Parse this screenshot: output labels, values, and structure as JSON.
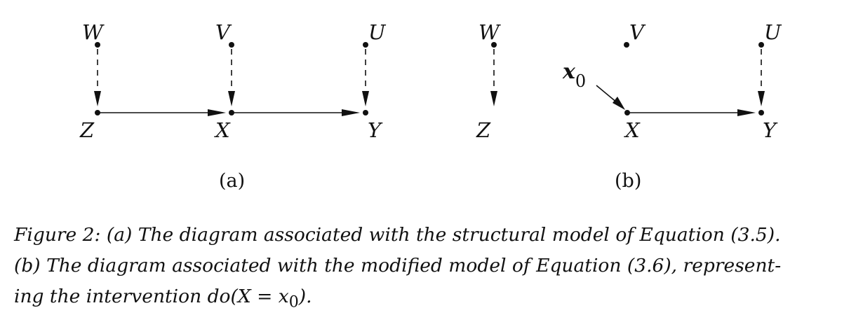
{
  "figure": {
    "panel_a": {
      "label": "(a)",
      "nodes": {
        "W": "W",
        "V": "V",
        "U": "U",
        "Z": "Z",
        "X": "X",
        "Y": "Y"
      }
    },
    "panel_b": {
      "label": "(b)",
      "nodes": {
        "W": "W",
        "V": "V",
        "U": "U",
        "Z": "Z",
        "X": "X",
        "Y": "Y"
      },
      "intervention": {
        "symbol": "x",
        "subscript": "0"
      }
    }
  },
  "caption": {
    "figure_label": "Figure 2:",
    "line1": "(a) The diagram associated with the structural model of Equation (3.5).",
    "line2": "(b) The diagram associated with the modified model of Equation (3.6), represent-",
    "line3_prefix": "ing the intervention ",
    "line3_formula": "do(X = x",
    "line3_sub": "0",
    "line3_suffix": ")."
  }
}
